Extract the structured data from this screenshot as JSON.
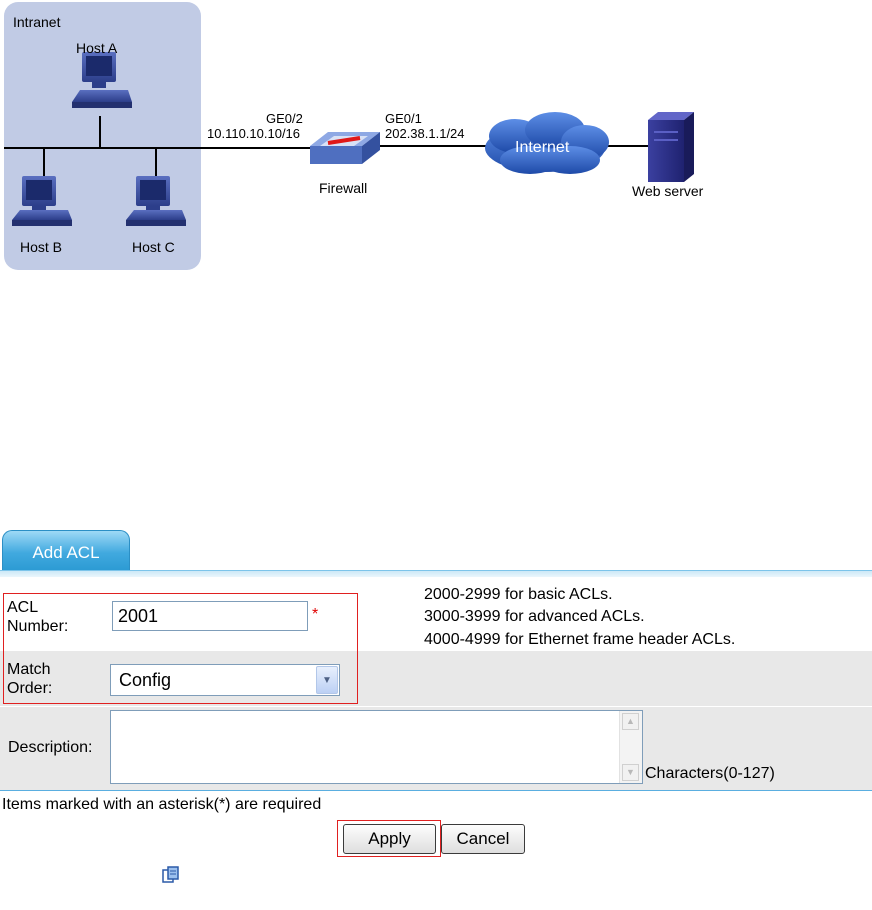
{
  "diagram": {
    "intranet_label": "Intranet",
    "host_a": "Host A",
    "host_b": "Host B",
    "host_c": "Host C",
    "ge02_name": "GE0/2",
    "ge02_ip": "10.110.10.10/16",
    "ge01_name": "GE0/1",
    "ge01_ip": "202.38.1.1/24",
    "firewall": "Firewall",
    "internet": "Internet",
    "web_server": "Web server",
    "colors": {
      "intranet_bg": "#c1cbe5",
      "cloud": "#2f63c8",
      "pc": "#3a4fa0",
      "server": "#2c2f8a",
      "firewall": "#5f82cf"
    }
  },
  "form": {
    "tab_label": "Add ACL",
    "acl_number_label": "ACL Number:",
    "acl_number_value": "2001",
    "required_mark": "*",
    "hint_basic": "2000-2999 for basic ACLs.",
    "hint_advanced": "3000-3999 for advanced ACLs.",
    "hint_ethernet": "4000-4999 for Ethernet frame header ACLs.",
    "match_order_label": "Match Order:",
    "match_order_value": "Config",
    "description_label": "Description:",
    "description_value": "",
    "characters_hint": "Characters(0-127)",
    "required_note": "Items marked with an asterisk(*) are required",
    "apply_label": "Apply",
    "cancel_label": "Cancel"
  },
  "footer": {
    "icon": "copy-icon"
  }
}
